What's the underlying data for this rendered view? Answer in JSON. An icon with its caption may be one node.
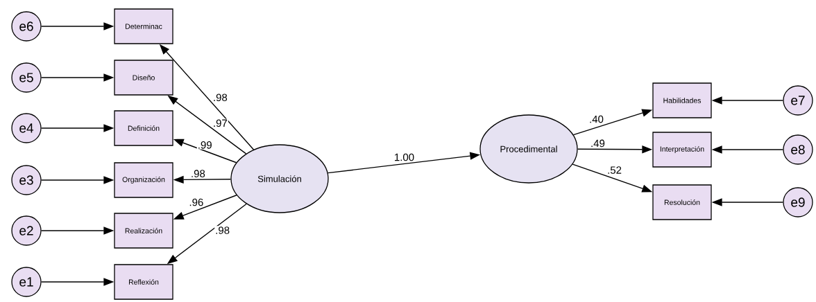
{
  "diagram": {
    "nodes": [
      {
        "text": [
          "Simulación"
        ]
      },
      {
        "text": [
          "Procedimental"
        ]
      },
      {
        "text": [
          "Determinac"
        ]
      },
      {
        "text": [
          "Diseño"
        ]
      },
      {
        "text": [
          "Definición"
        ]
      },
      {
        "text": [
          "Organización"
        ]
      },
      {
        "text": [
          "Realización"
        ]
      },
      {
        "text": [
          "Reflexión"
        ]
      },
      {
        "text": [
          "Habilidades"
        ]
      },
      {
        "text": [
          "Interpretación"
        ]
      },
      {
        "text": [
          "Resolución"
        ]
      },
      {
        "text": [
          "e6"
        ]
      },
      {
        "text": [
          "e5"
        ]
      },
      {
        "text": [
          "e4"
        ]
      },
      {
        "text": [
          "e3"
        ]
      },
      {
        "text": [
          "e2"
        ]
      },
      {
        "text": [
          "e1"
        ]
      },
      {
        "text": [
          "e7"
        ]
      },
      {
        "text": [
          "e8"
        ]
      },
      {
        "text": [
          "e9"
        ]
      }
    ],
    "edges": [
      {
        "from": 0,
        "to": 2,
        "arrow": "to",
        "label": ".98"
      },
      {
        "from": 0,
        "to": 3,
        "arrow": "to",
        "label": ".97"
      },
      {
        "from": 0,
        "to": 4,
        "arrow": "to",
        "label": ".99"
      },
      {
        "from": 0,
        "to": 5,
        "arrow": "to",
        "label": ".98"
      },
      {
        "from": 0,
        "to": 6,
        "arrow": "to",
        "label": ".96"
      },
      {
        "from": 0,
        "to": 7,
        "arrow": "to",
        "label": ".98"
      },
      {
        "from": 0,
        "to": 1,
        "arrow": "to",
        "label": "1.00"
      },
      {
        "from": 1,
        "to": 8,
        "arrow": "to",
        "label": ".40"
      },
      {
        "from": 1,
        "to": 9,
        "arrow": "to",
        "label": ".49"
      },
      {
        "from": 1,
        "to": 10,
        "arrow": "to",
        "label": ".52"
      },
      {
        "from": 11,
        "to": 2,
        "arrow": "to"
      },
      {
        "from": 12,
        "to": 3,
        "arrow": "to"
      },
      {
        "from": 13,
        "to": 4,
        "arrow": "to"
      },
      {
        "from": 14,
        "to": 5,
        "arrow": "to"
      },
      {
        "from": 15,
        "to": 6,
        "arrow": "to"
      },
      {
        "from": 16,
        "to": 7,
        "arrow": "to"
      },
      {
        "from": 17,
        "to": 8,
        "arrow": "to"
      },
      {
        "from": 18,
        "to": 9,
        "arrow": "to"
      },
      {
        "from": 19,
        "to": 10,
        "arrow": "to"
      }
    ]
  }
}
